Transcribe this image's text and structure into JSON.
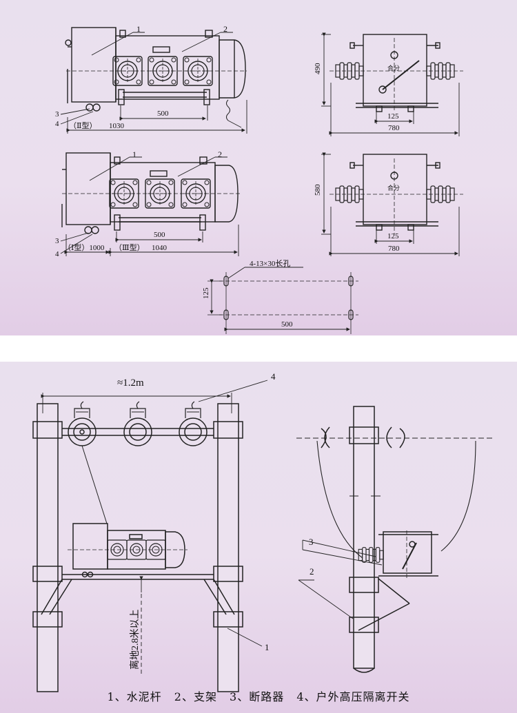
{
  "top": {
    "callouts": {
      "n1": "1",
      "n2": "2",
      "n3": "3",
      "n4": "4"
    },
    "dims": {
      "d500": "500",
      "d1030": "1030",
      "type2": "（Ⅱ型）",
      "type1_1000": "（Ⅰ型）1000",
      "type3": "（Ⅲ型）",
      "d1040": "1040",
      "d490": "490",
      "d580": "580",
      "d125": "125",
      "d780": "780",
      "hole_spec": "4-13×30长孔"
    },
    "marks": {
      "hefen": "合分"
    }
  },
  "bottom": {
    "approx_width": "≈1.2m",
    "height_note": "离地2.8米以上",
    "callouts": {
      "n1": "1",
      "n2": "2",
      "n3": "3",
      "n4": "4"
    }
  },
  "legend": {
    "item1": "1、水泥杆",
    "item2": "2、支架",
    "item3": "3、断路器",
    "item4": "4、户外高压隔离开关"
  }
}
